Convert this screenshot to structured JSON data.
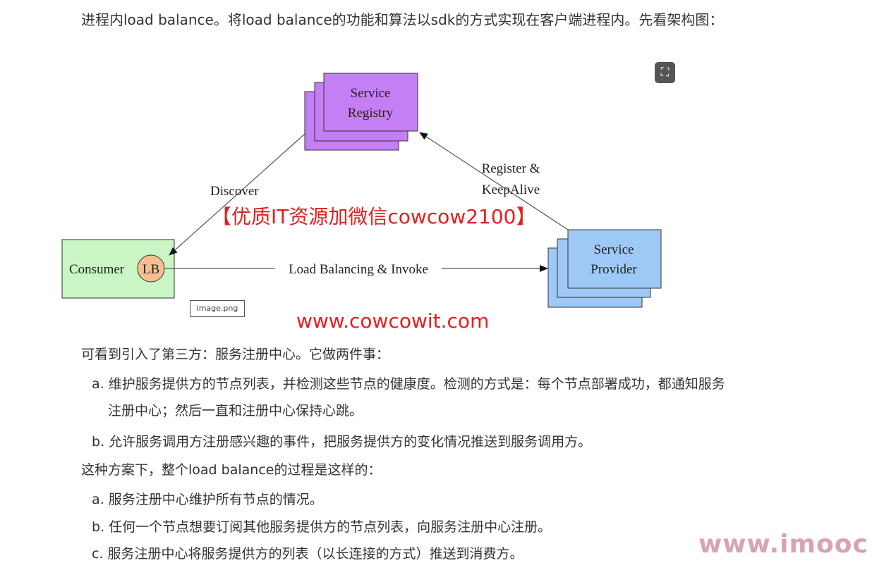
{
  "intro": "进程内load balance。将load balance的功能和算法以sdk的方式实现在客户端进程内。先看架构图：",
  "diagram": {
    "registry": [
      "Service",
      "Registry"
    ],
    "provider": [
      "Service",
      "Provider"
    ],
    "consumer": "Consumer",
    "lb": "LB",
    "discover": "Discover",
    "register": [
      "Register &",
      "KeepAlive"
    ],
    "invoke": "Load Balancing & Invoke",
    "image_name": "image.png",
    "colors": {
      "registry": "#c57ff5",
      "provider": "#9ec9f7",
      "consumer": "#c9f6c4",
      "lb": "#f6c08e"
    }
  },
  "expand_icon": "⛶",
  "body": {
    "p1": "可看到引入了第三方：服务注册中心。它做两件事：",
    "p1a": "a. 维护服务提供方的节点列表，并检测这些节点的健康度。检测的方式是：每个节点部署成功，都通知服务",
    "p1a2": "注册中心；然后一直和注册中心保持心跳。",
    "p1b": "b. 允许服务调用方注册感兴趣的事件，把服务提供方的变化情况推送到服务调用方。",
    "p2": "这种方案下，整个load balance的过程是这样的：",
    "p2a": "a. 服务注册中心维护所有节点的情况。",
    "p2b": "b. 任何一个节点想要订阅其他服务提供方的节点列表，向服务注册中心注册。",
    "p2c": "c. 服务注册中心将服务提供方的列表（以长连接的方式）推送到消费方。"
  },
  "watermarks": {
    "wechat": "【优质IT资源加微信cowcow2100】",
    "site": "www.cowcowit.com",
    "imooc": "www.imooc"
  }
}
